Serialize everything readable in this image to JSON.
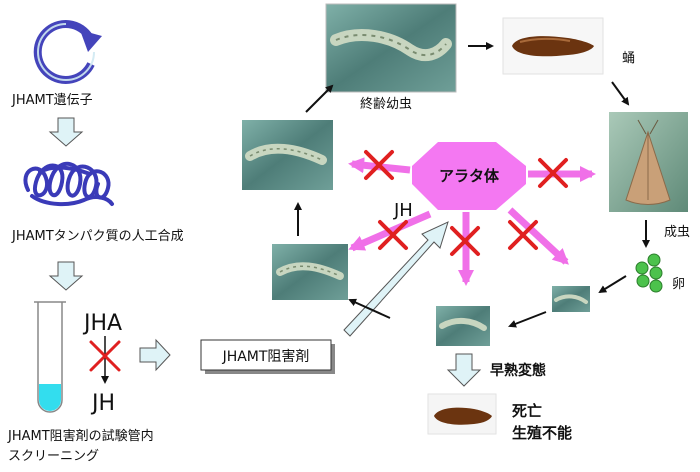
{
  "labels": {
    "gene": "JHAMT遺伝子",
    "protein_synthesis": "JHAMTタンパク質の人工合成",
    "screening_line1": "JHAMT阻害剤の試験管内",
    "screening_line2": "スクリーニング",
    "jha": "JHA",
    "jh_product": "JH",
    "inhibitor": "JHAMT阻害剤",
    "last_instar": "終齢幼虫",
    "pupa": "蛹",
    "adult": "成虫",
    "egg": "卵",
    "corpora_allata": "アラタ体",
    "jh": "JH",
    "precocious_metamorphosis": "早熟変態",
    "death": "死亡",
    "sterility": "生殖不能"
  },
  "colors": {
    "gene_arrow": "#4444bb",
    "protein": "#3a3ab8",
    "hormone_arrow": "#f070e8",
    "corpora_allata_fill": "#f478f2",
    "cross": "#e02020",
    "test_liquid": "#33ddee",
    "egg": "#4cc24c",
    "block_arrow": "#dff3f7"
  }
}
